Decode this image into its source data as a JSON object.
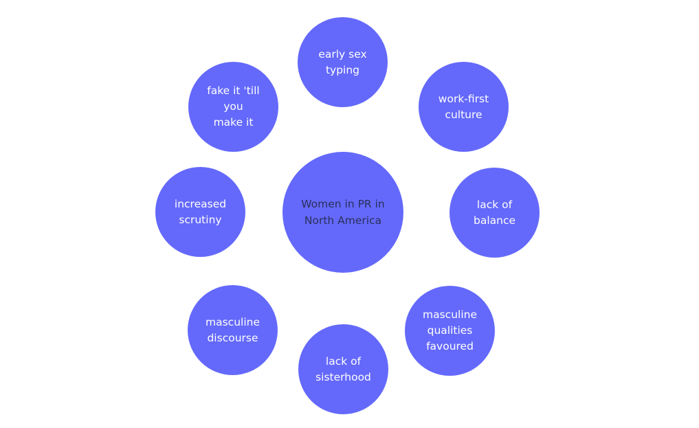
{
  "diagram": {
    "center": {
      "label": "Women in PR in\nNorth America"
    },
    "nodes": [
      {
        "label": "early sex\ntyping"
      },
      {
        "label": "work-first\nculture"
      },
      {
        "label": "lack of balance"
      },
      {
        "label": "masculine\nqualities\nfavoured"
      },
      {
        "label": "lack of\nsisterhood"
      },
      {
        "label": "masculine\ndiscourse"
      },
      {
        "label": "increased\nscrutiny"
      },
      {
        "label": "fake it 'till you\nmake it"
      }
    ],
    "colors": {
      "node_fill": "#6469fb",
      "node_text": "#ffffff",
      "center_text": "#2a2f5a"
    }
  }
}
